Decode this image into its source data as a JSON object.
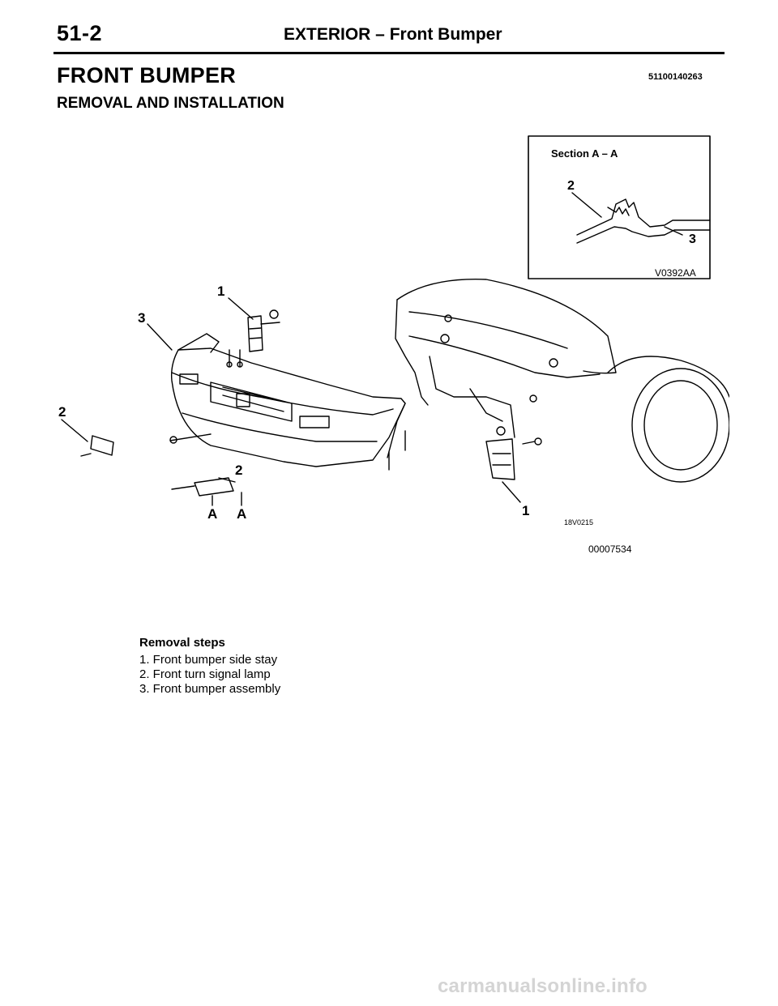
{
  "header": {
    "page_number": "51-2",
    "section_title": "EXTERIOR – Front Bumper"
  },
  "heading": "FRONT BUMPER",
  "doc_code": "51100140263",
  "subheading": "REMOVAL AND INSTALLATION",
  "figure": {
    "inset_title": "Section A – A",
    "inset_code": "V0392AA",
    "callout_1": "1",
    "callout_2": "2",
    "callout_3": "3",
    "callout_a": "A",
    "drawing_code": "18V0215",
    "figure_code": "00007534"
  },
  "removal_steps": {
    "title": "Removal steps",
    "items": [
      "1. Front bumper side stay",
      "2. Front turn signal lamp",
      "3. Front bumper assembly"
    ]
  },
  "watermark": "carmanualsonline.info"
}
